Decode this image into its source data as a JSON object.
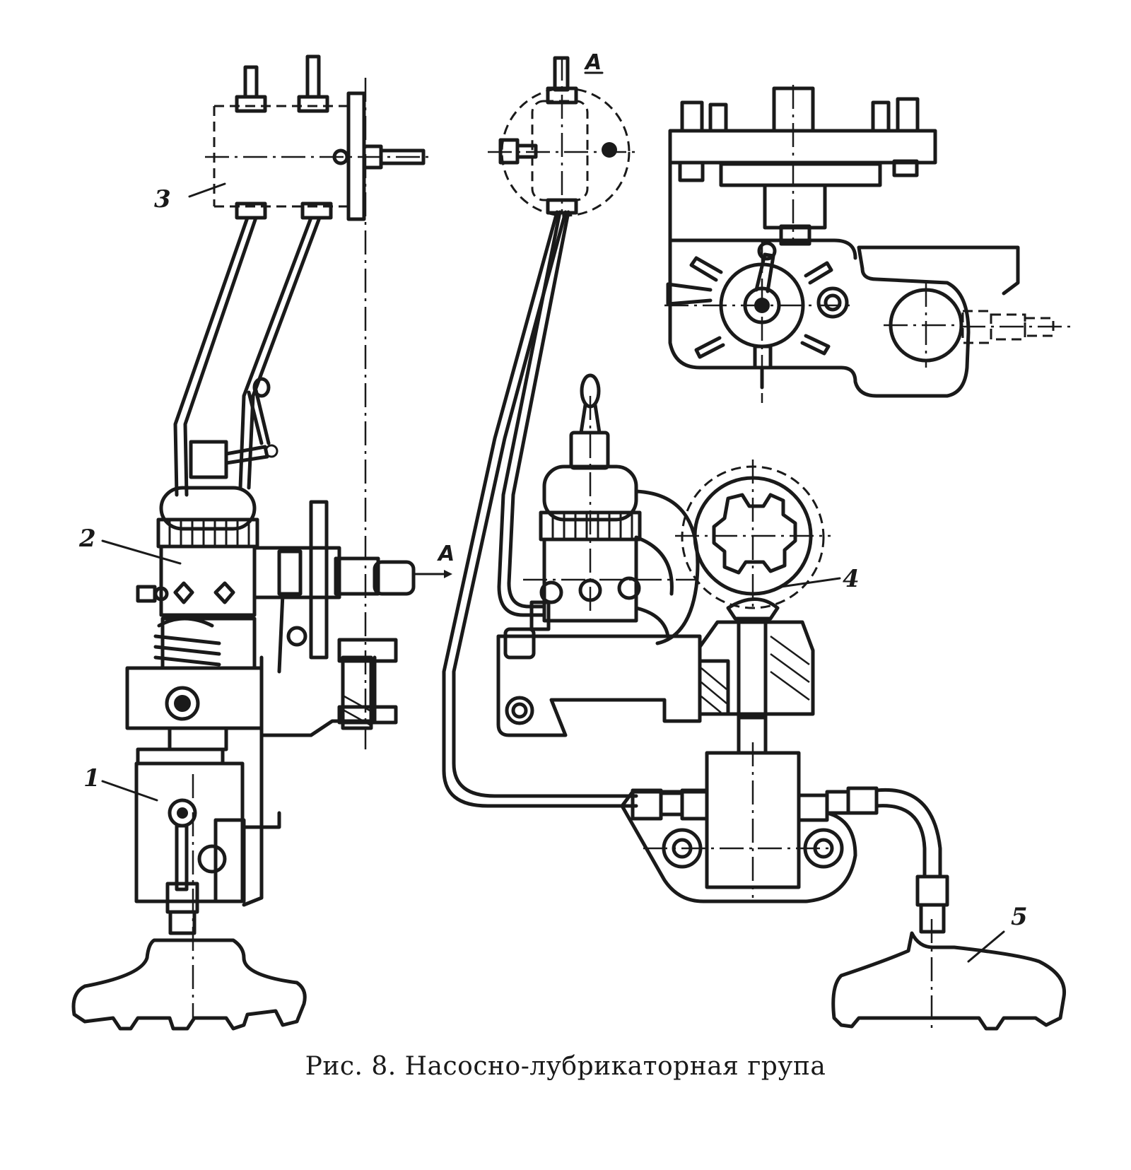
{
  "caption": "Рис. 8. Насосно-лубрикаторная група",
  "labels": {
    "part1": "1",
    "part2": "2",
    "part3": "3",
    "part4": "4",
    "part5": "5",
    "sectionA_top": "A",
    "sectionA_arrow": "A"
  }
}
